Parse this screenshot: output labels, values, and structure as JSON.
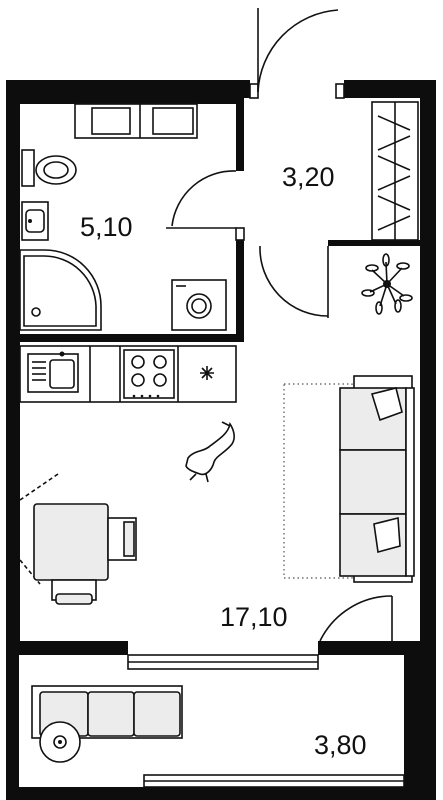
{
  "rooms": [
    {
      "id": "hall",
      "area_label": "3,20"
    },
    {
      "id": "bathroom",
      "area_label": "5,10"
    },
    {
      "id": "living",
      "area_label": "17,10"
    },
    {
      "id": "balcony",
      "area_label": "3,80"
    }
  ],
  "colors": {
    "wall": "#0d0d0d",
    "furniture_fill": "#ececec",
    "background": "#ffffff"
  }
}
